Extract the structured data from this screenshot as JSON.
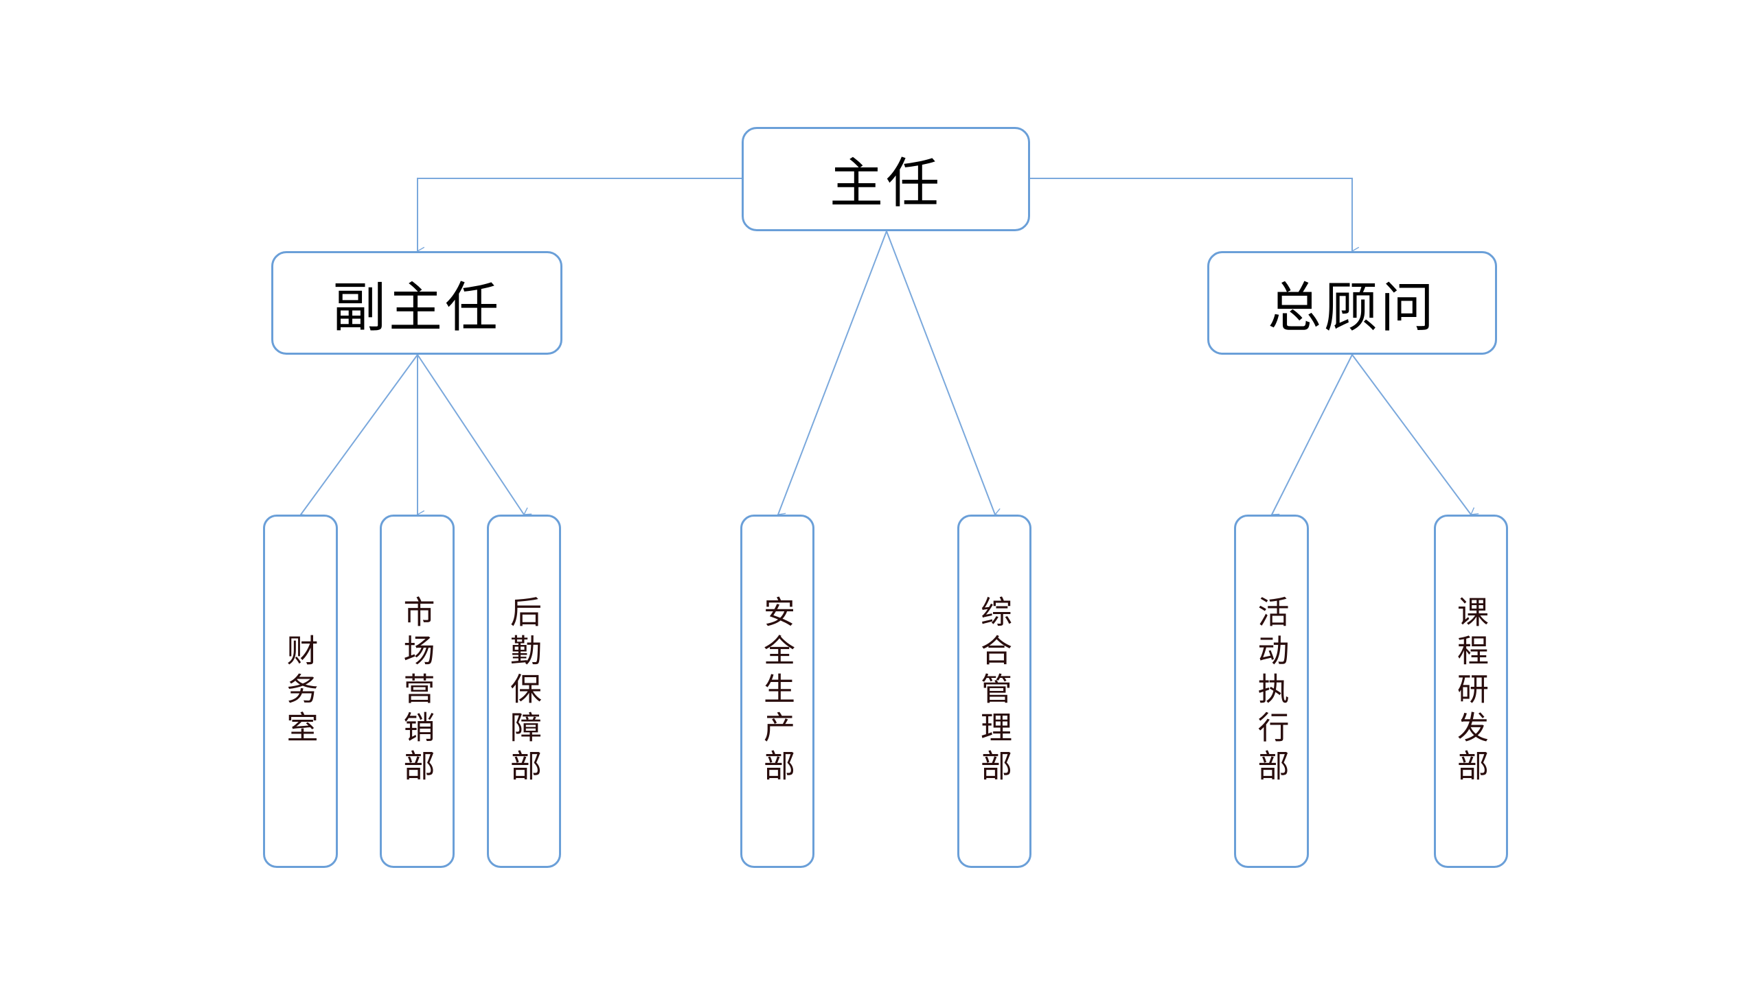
{
  "palette": {
    "border": "#6a9fd8",
    "line": "#7aa8dc",
    "text": "#000000",
    "leaf_text": "#2a0e0e",
    "background": "#ffffff"
  },
  "root": {
    "label": "主任"
  },
  "branches": [
    {
      "label": "副主任",
      "children": [
        {
          "label": "财务室"
        },
        {
          "label": "市场营销部"
        },
        {
          "label": "后勤保障部"
        }
      ]
    },
    {
      "label": "总顾问",
      "children": [
        {
          "label": "活动执行部"
        },
        {
          "label": "课程研发部"
        }
      ]
    }
  ],
  "direct_children": [
    {
      "label": "安全生产部"
    },
    {
      "label": "综合管理部"
    }
  ]
}
